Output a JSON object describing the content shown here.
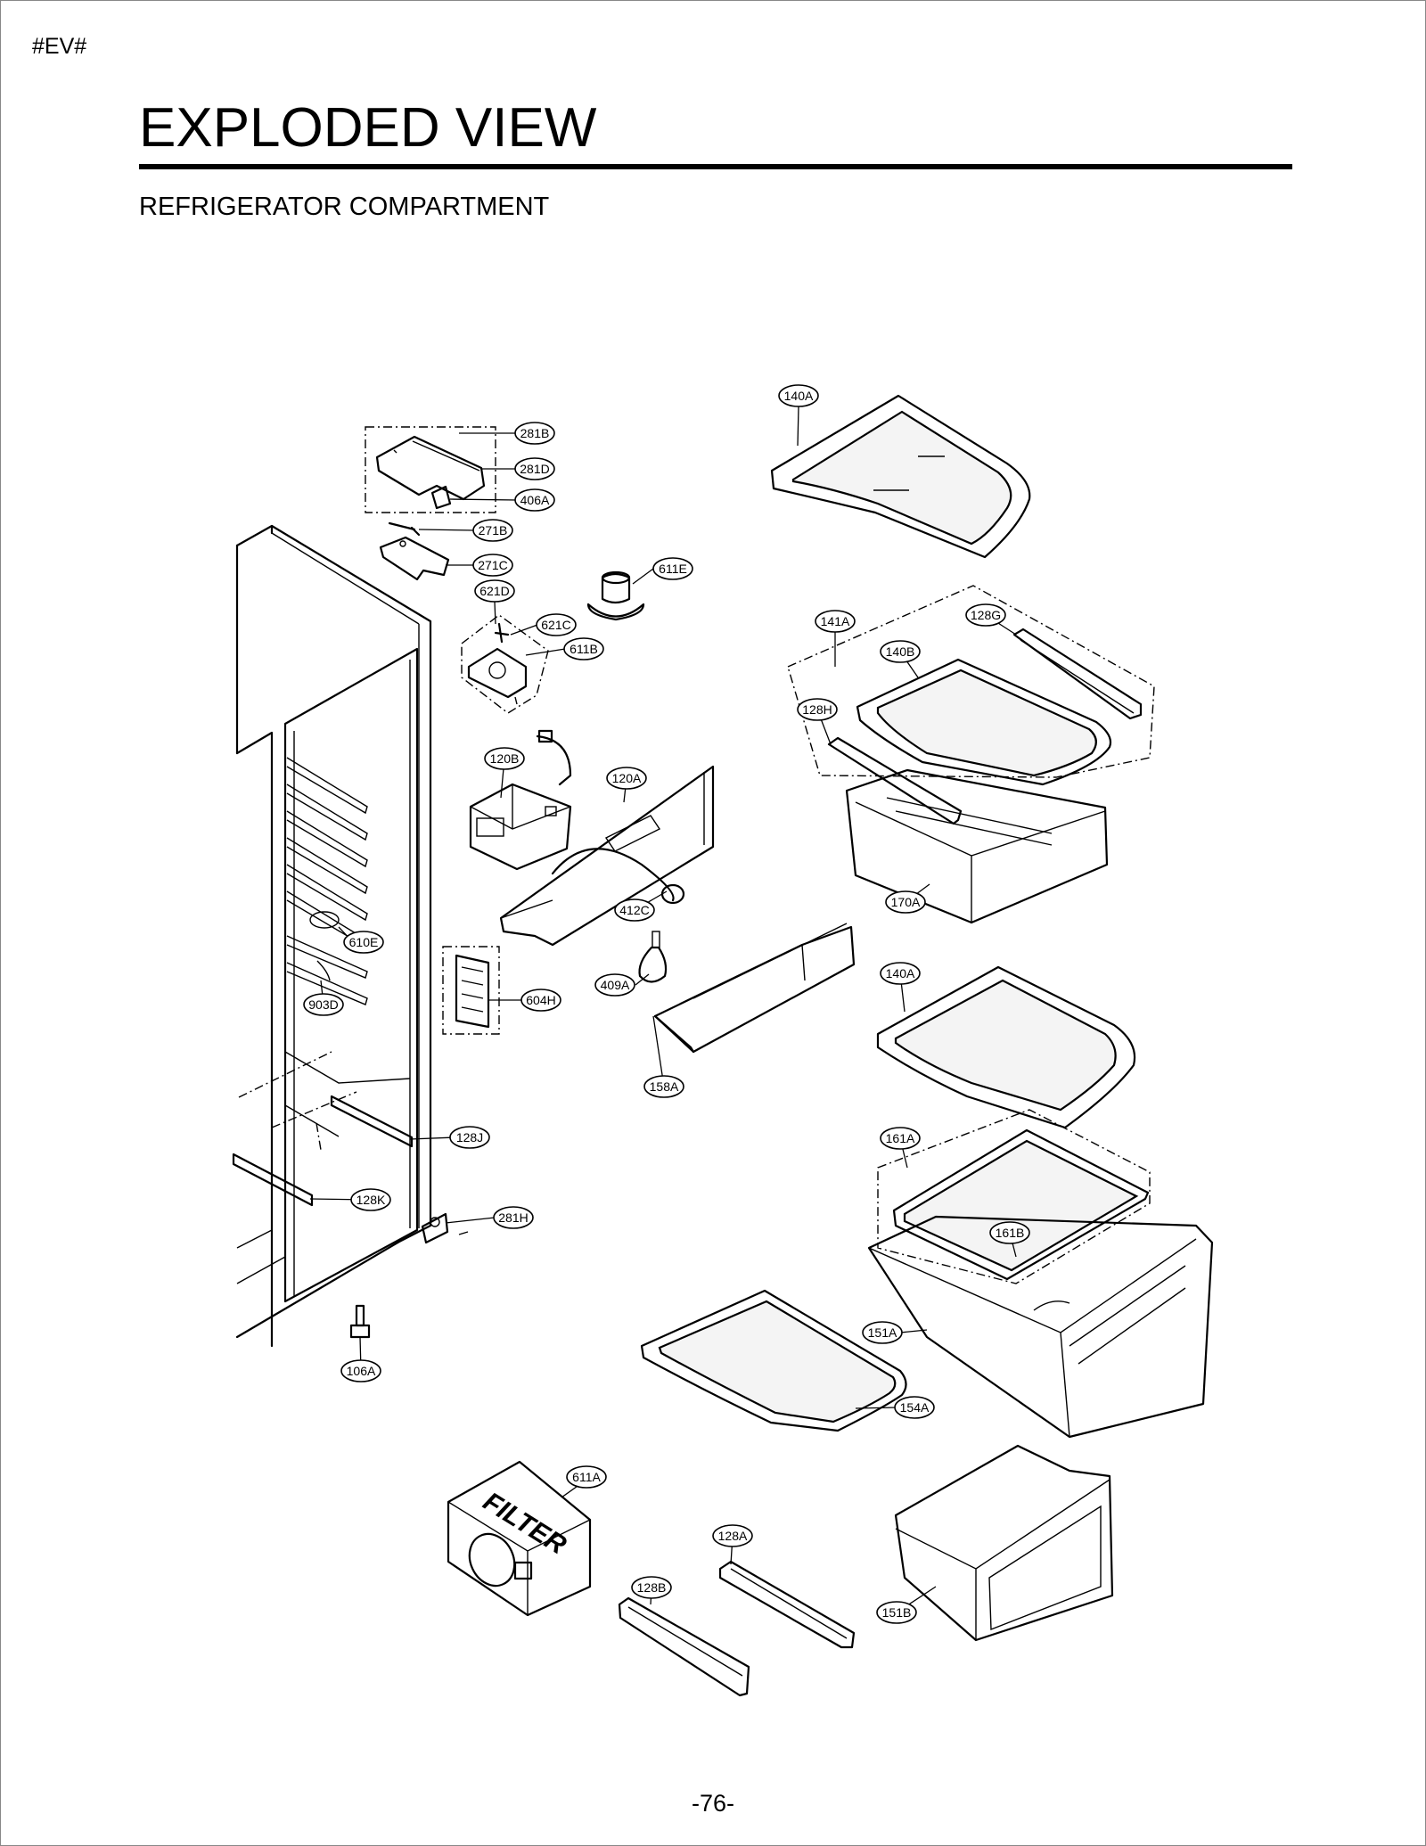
{
  "header": {
    "code": "#EV#",
    "title": "EXPLODED VIEW",
    "subtitle": "REFRIGERATOR COMPARTMENT"
  },
  "footer": {
    "page_number": "-76-"
  },
  "part_labels": {
    "p140A_top": "140A",
    "p281B": "281B",
    "p281D": "281D",
    "p406A": "406A",
    "p271B": "271B",
    "p271C": "271C",
    "p611E": "611E",
    "p621D": "621D",
    "p621C": "621C",
    "p611B": "611B",
    "p141A": "141A",
    "p128G": "128G",
    "p140B": "140B",
    "p128H": "128H",
    "p120B": "120B",
    "p120A": "120A",
    "p412C": "412C",
    "p170A": "170A",
    "p610E": "610E",
    "p409A": "409A",
    "p140A_mid": "140A",
    "p903D": "903D",
    "p604H": "604H",
    "p158A": "158A",
    "p161A": "161A",
    "p128J": "128J",
    "p161B": "161B",
    "p128K": "128K",
    "p281H": "281H",
    "p151A": "151A",
    "p106A": "106A",
    "p154A": "154A",
    "p611A": "611A",
    "p128A": "128A",
    "p128B": "128B",
    "p151B": "151B"
  },
  "filter_label": "FILTER"
}
